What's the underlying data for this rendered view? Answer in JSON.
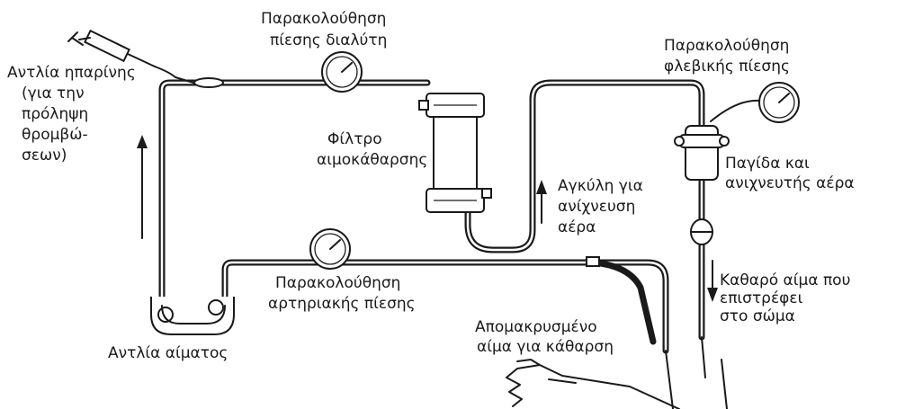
{
  "labels": {
    "heparin_pump": [
      "Αντλία ηπαρίνης",
      "(για την",
      "πρόληψη",
      "θρομβώ-",
      "σεων)"
    ],
    "solvent_pressure": [
      "Παρακολούθηση",
      "πίεσης διαλύτη"
    ],
    "dialysis_filter": [
      "Φίλτρο",
      "αιμοκάθαρσης"
    ],
    "venous_pressure": [
      "Παρακολούθηση",
      "φλεβικής πίεσης"
    ],
    "air_trap": [
      "Παγίδα και",
      "ανιχνευτής αέρα"
    ],
    "air_detection_loop": [
      "Αγκύλη για",
      "ανίχνευση",
      "αέρα"
    ],
    "clean_blood": [
      "Καθαρό αίμα που",
      "επιστρέφει",
      "στο σώμα"
    ],
    "arterial_pressure": [
      "Παρακολούθηση",
      "αρτηριακής πίεσης"
    ],
    "removed_blood": [
      "Απομακρυσμένο",
      "αίμα για κάθαρση"
    ],
    "blood_pump": [
      "Αντλία αίματος"
    ]
  }
}
